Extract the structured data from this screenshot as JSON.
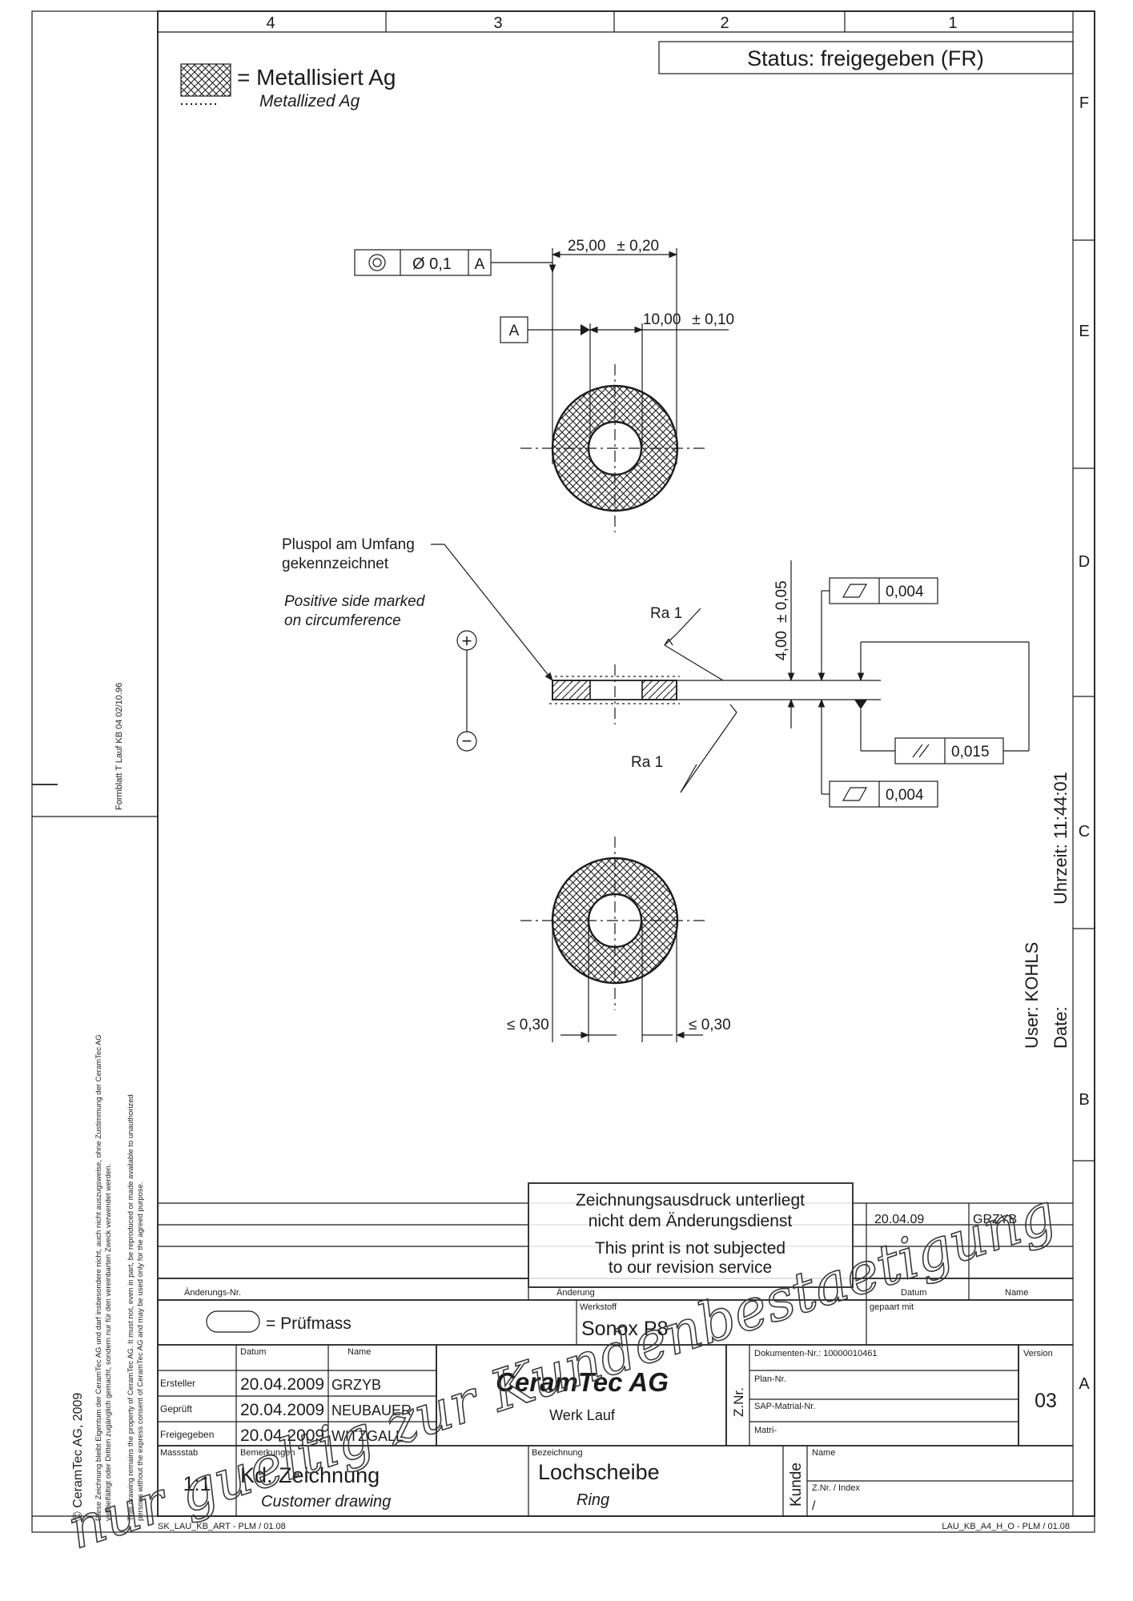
{
  "zones": {
    "columns": [
      "4",
      "3",
      "2",
      "1"
    ],
    "rows": [
      "F",
      "E",
      "D",
      "C",
      "B",
      "A"
    ]
  },
  "status": "Status: freigegeben (FR)",
  "legend": {
    "label_de": "= Metallisiert  Ag",
    "label_en": "Metallized Ag"
  },
  "tolerances": {
    "concentricity_value": "Ø 0,1",
    "concentricity_datum": "A",
    "datum_label": "A",
    "flatness_top": "0,004",
    "flatness_bottom": "0,004",
    "parallelism": "0,015"
  },
  "dimensions": {
    "outer_diameter": "25,00",
    "outer_tol": "± 0,20",
    "inner_diameter": "10,00",
    "inner_tol": "± 0,10",
    "thickness": "4,00",
    "thickness_tol": "± 0,05",
    "margin_left": "≤ 0,30",
    "margin_right": "≤ 0,30",
    "roughness_top": "Ra 1",
    "roughness_bottom": "Ra 1"
  },
  "notes": {
    "polarity_de_1": "Pluspol am Umfang",
    "polarity_de_2": "gekennzeichnet",
    "polarity_en_1": "Positive side marked",
    "polarity_en_2": "on circumference",
    "plus": "+",
    "minus": "−"
  },
  "side_stamp": {
    "user": "User: KOHLS",
    "date": "Date:",
    "time": "Uhrzeit: 11:44:01"
  },
  "margin_text": {
    "form": "Formblatt T Lauf KB 04 02/10.96",
    "copyright": "©   CeramTec AG, 2009",
    "legal_de_1": "Diese Zeichnung bleibt Eigentum der CeramTec AG und darf insbesondere nicht, auch nicht auszugsweise, ohne Zustimmung der CeramTec AG",
    "legal_de_2": "vervielfältigt oder Dritten zugänglich gemacht, sondern nur für den vereinbarten Zweck verwendet werden.",
    "legal_en_1": "This drawing remains the property of CeramTec AG. It must not, even in part, be reproduced or made available to unauthorized",
    "legal_en_2": "persons without the express consent of CeramTec AG and may be used only for the agreed purpose."
  },
  "stamp": {
    "line1": "Zeichnungsausdruck unterliegt",
    "line2": "nicht dem Änderungsdienst",
    "line3": "This print is not subjected",
    "line4": "to our revision service"
  },
  "watermark": "nur gueltig zur Kundenbestaetigung",
  "title_block": {
    "rev_date": "20.04.09",
    "rev_name": "GRZYB",
    "aenderungs_nr_label": "Änderungs-Nr.",
    "aenderung_label": "Änderung",
    "datum_label": "Datum",
    "name_label": "Name",
    "pruefmass": "= Prüfmass",
    "werkstoff_label": "Werkstoff",
    "werkstoff": "Sonox P8",
    "gepaart_label": "gepaart mit",
    "datum_col_label": "Datum",
    "name_col_label": "Name",
    "ersteller_label": "Ersteller",
    "ersteller_date": "20.04.2009",
    "ersteller_name": "GRZYB",
    "geprueft_label": "Geprüft",
    "geprueft_date": "20.04.2009",
    "geprueft_name": "NEUBAUER",
    "freigegeben_label": "Freigegeben",
    "freigegeben_date": "20.04.2009",
    "freigegeben_name": "WITZGALL",
    "company": "CeramTec AG",
    "plant": "Werk Lauf",
    "znr_label": "Z.Nr.",
    "doc_label": "Dokumenten-Nr.: 10000010461",
    "plan_label": "Plan-Nr.",
    "sap_label": "SAP-Matrial-Nr.",
    "matri_label": "Matri-",
    "version_label": "Version",
    "version": "03",
    "massstab_label": "Massstab",
    "massstab": "1:1",
    "bemerkungen_label": "Bemerkungen",
    "remark_de": "Kd. Zeichnung",
    "remark_en": "Customer drawing",
    "bezeichnung_label": "Bezeichnung",
    "title_de": "Lochscheibe",
    "title_en": "Ring",
    "kunde_label": "Kunde",
    "kunde_name_label": "Name",
    "kunde_znr_label": "Z.Nr. / Index",
    "kunde_znr": "/"
  },
  "footer": {
    "left": "SK_LAU_KB_ART - PLM / 01.08",
    "right": "LAU_KB_A4_H_O - PLM / 01.08"
  }
}
